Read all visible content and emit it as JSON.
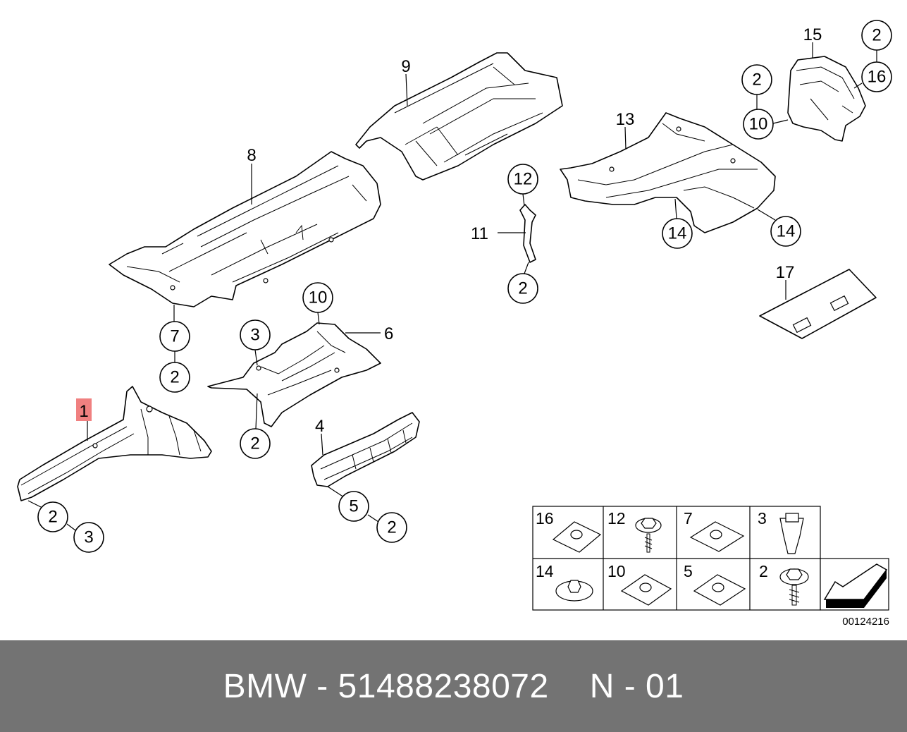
{
  "diagram": {
    "callouts": [
      "1",
      "2",
      "3",
      "4",
      "5",
      "6",
      "7",
      "8",
      "9",
      "10",
      "11",
      "12",
      "13",
      "14",
      "15",
      "16",
      "17"
    ],
    "drawing_number": "00124216",
    "legend": [
      {
        "num": "16",
        "icon": "clip-nut-icon"
      },
      {
        "num": "12",
        "icon": "hex-screw-icon"
      },
      {
        "num": "7",
        "icon": "clip-nut-icon"
      },
      {
        "num": "3",
        "icon": "expanding-nut-icon"
      },
      {
        "num": "14",
        "icon": "collar-nut-icon"
      },
      {
        "num": "10",
        "icon": "clip-nut-icon"
      },
      {
        "num": "5",
        "icon": "clip-nut-icon"
      },
      {
        "num": "2",
        "icon": "hex-screw-icon"
      },
      {
        "num": "",
        "icon": "arrow-icon"
      }
    ],
    "highlight_color": "#f08080"
  },
  "footer": {
    "brand": "BMW",
    "separator": "-",
    "part_number": "51488238072",
    "position": "N - 01"
  }
}
